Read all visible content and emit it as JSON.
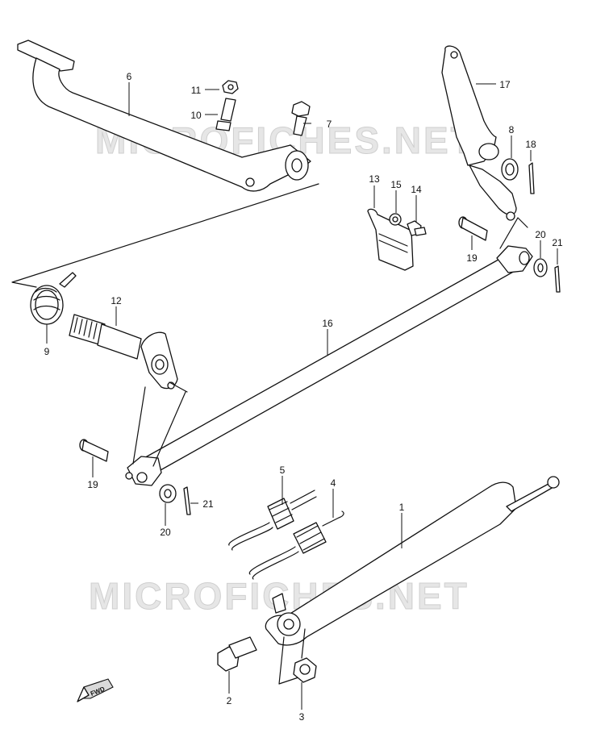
{
  "watermark": {
    "text": "MICROFICHES.NET"
  },
  "direction_badge": {
    "label": "FWD"
  },
  "callouts": [
    {
      "id": "c6",
      "label": "6"
    },
    {
      "id": "c11",
      "label": "11"
    },
    {
      "id": "c10",
      "label": "10"
    },
    {
      "id": "c7",
      "label": "7"
    },
    {
      "id": "c17",
      "label": "17"
    },
    {
      "id": "c8",
      "label": "8"
    },
    {
      "id": "c18",
      "label": "18"
    },
    {
      "id": "c13",
      "label": "13"
    },
    {
      "id": "c15",
      "label": "15"
    },
    {
      "id": "c14",
      "label": "14"
    },
    {
      "id": "c20a",
      "label": "20"
    },
    {
      "id": "c21a",
      "label": "21"
    },
    {
      "id": "c19a",
      "label": "19"
    },
    {
      "id": "c12",
      "label": "12"
    },
    {
      "id": "c9",
      "label": "9"
    },
    {
      "id": "c16",
      "label": "16"
    },
    {
      "id": "c19b",
      "label": "19"
    },
    {
      "id": "c21b",
      "label": "21"
    },
    {
      "id": "c20b",
      "label": "20"
    },
    {
      "id": "c5",
      "label": "5"
    },
    {
      "id": "c4",
      "label": "4"
    },
    {
      "id": "c1",
      "label": "1"
    },
    {
      "id": "c2",
      "label": "2"
    },
    {
      "id": "c3",
      "label": "3"
    }
  ]
}
